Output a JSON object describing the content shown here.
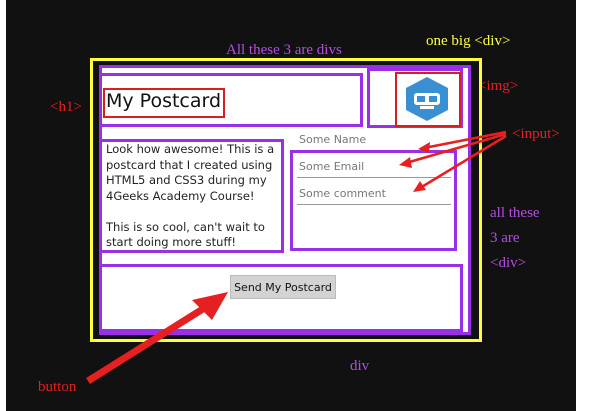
{
  "annotations": {
    "divs_top": "All these 3 are divs",
    "big_div": "one big <div>",
    "h1": "<h1>",
    "img": "<img>",
    "input": "<input>",
    "divs_right": [
      "all these",
      "3 are",
      "<div>"
    ],
    "bottom_div": "div",
    "button": "button"
  },
  "postcard": {
    "title": "My Postcard",
    "message": "Look how awesome! This is a postcard that I created using HTML5 and CSS3 during my 4Geeks Academy Course!\n\nThis is so cool, can't wait to start doing more stuff!",
    "name_placeholder": "Some Name",
    "email_placeholder": "Some Email",
    "comment_placeholder": "Some comment",
    "send_label": "Send My Postcard"
  },
  "icon": {
    "name": "glasses-face-icon",
    "color": "#3a8fd0"
  },
  "colors": {
    "background": "#111111",
    "div_outline": "#9a2fe8",
    "big_div_outline": "#ffff3c",
    "element_outline": "#d42020",
    "arrow": "#e52020"
  }
}
